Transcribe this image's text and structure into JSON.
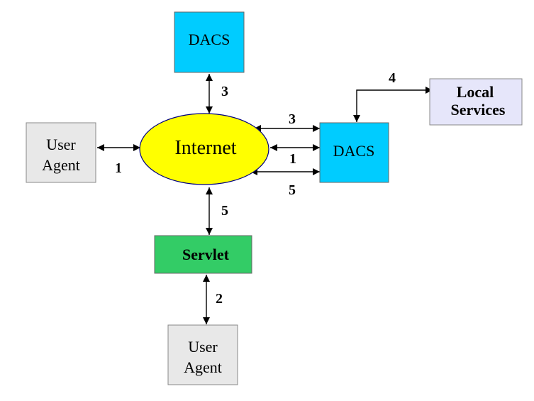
{
  "nodes": {
    "dacs_top": {
      "label": "DACS",
      "fill": "#00ccff"
    },
    "dacs_right": {
      "label": "DACS",
      "fill": "#00ccff"
    },
    "user_agent_left": {
      "line1": "User",
      "line2": "Agent",
      "fill": "#e8e8e8"
    },
    "user_agent_bottom": {
      "line1": "User",
      "line2": "Agent",
      "fill": "#e8e8e8"
    },
    "local_services": {
      "line1": "Local",
      "line2": "Services",
      "fill": "#e6e6fa"
    },
    "internet": {
      "label": "Internet",
      "fill": "#ffff00"
    },
    "servlet": {
      "label": "Servlet",
      "fill": "#33cc66"
    }
  },
  "edges": {
    "top_dacs_internet": "3",
    "internet_right_dacs_upper": "3",
    "internet_right_dacs_middle": "1",
    "internet_right_dacs_lower": "5",
    "user_agent_internet": "1",
    "dacs_local_services": "4",
    "internet_servlet": "5",
    "servlet_user_agent": "2"
  }
}
